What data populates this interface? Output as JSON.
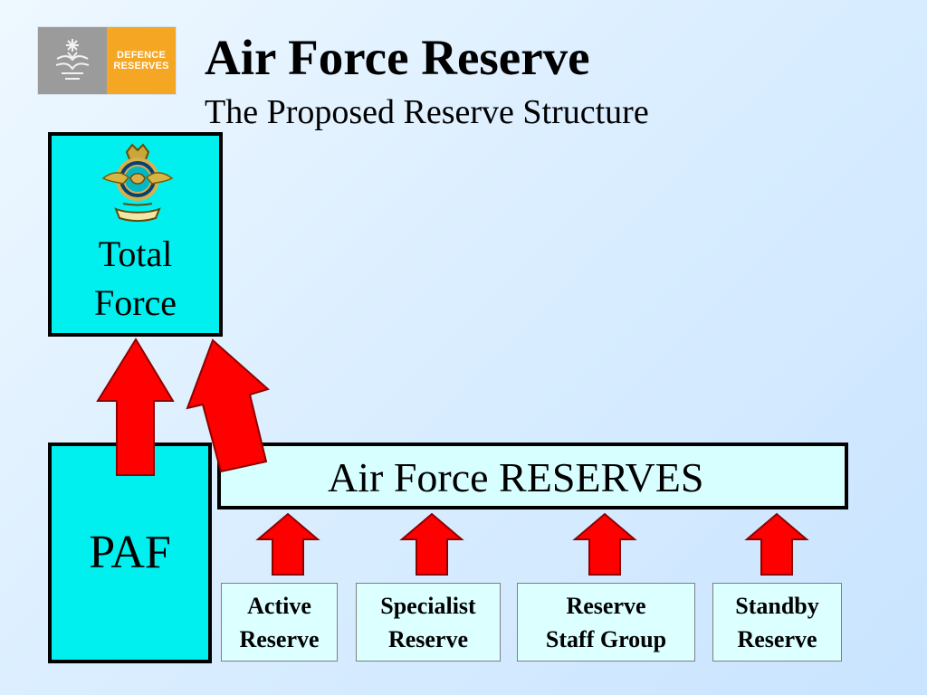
{
  "header": {
    "title": "Air Force Reserve",
    "subtitle": "The Proposed Reserve Structure"
  },
  "logo": {
    "emblem_icon": "australian-defence-emblem",
    "wordmark": [
      "DEFENCE",
      "RESERVES"
    ],
    "brand_color": "#f5a623",
    "panel_color": "#9b9b9b"
  },
  "nodes": {
    "total_force": "Total\nForce",
    "paf": "PAF",
    "air_force_reserves": "Air Force RESERVES",
    "active_reserve": "Active\nReserve",
    "specialist_reserve": "Specialist\nReserve",
    "reserve_staff_group": "Reserve\nStaff Group",
    "standby_reserve": "Standby\nReserve"
  },
  "colors": {
    "primary_box": "#00f0f0",
    "reserve_bar": "#d8ffff",
    "sub_box": "#dcffff",
    "arrow": "#ff0000"
  },
  "icons": {
    "crest": "raaf-crest-icon",
    "arrow": "red-up-arrow-icon"
  }
}
